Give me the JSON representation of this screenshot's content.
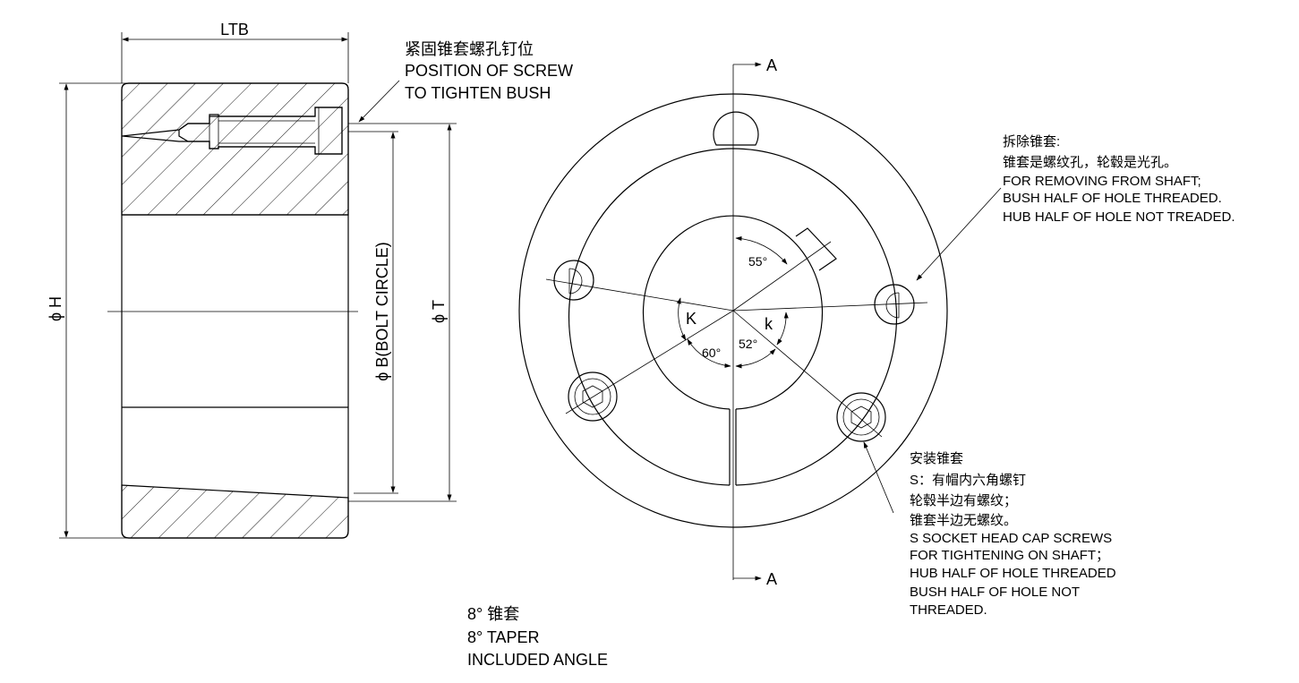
{
  "side_view": {
    "ltb_label": "LTB",
    "h_label": "ϕ H",
    "b_label": "ϕ B(BOLT CIRCLE)",
    "t_label": "ϕ T",
    "screw_note": {
      "cn": "紧固锥套螺孔钉位",
      "en_line1": "POSITION OF SCREW",
      "en_line2": "TO TIGHTEN BUSH"
    }
  },
  "front_view": {
    "section_top": "A",
    "section_bottom": "A",
    "angle_55": "55°",
    "angle_60": "60°",
    "angle_52": "52°",
    "K_label": "K",
    "k_label": "k",
    "removing_note": {
      "cn_line1": "拆除锥套:",
      "cn_line2": "锥套是螺纹孔，轮毂是光孔。",
      "en_line1": "FOR REMOVING FROM SHAFT;",
      "en_line2": "BUSH HALF OF HOLE THREADED.",
      "en_line3": "HUB HALF OF HOLE NOT TREADED."
    },
    "install_note": {
      "cn_line1": "安装锥套",
      "cn_line2": "S：有帽内六角螺钉",
      "cn_line3": "轮毂半边有螺纹；",
      "cn_line4": "锥套半边无螺纹。",
      "en_line1": "S SOCKET HEAD CAP SCREWS",
      "en_line2": "FOR TIGHTENING ON SHAFT；",
      "en_line3": "HUB HALF OF HOLE THREADED",
      "en_line4": "BUSH HALF OF HOLE NOT",
      "en_line5": "THREADED."
    }
  },
  "taper_note": {
    "line1": "8° 锥套",
    "line2": "8°  TAPER",
    "line3": "INCLUDED ANGLE"
  }
}
